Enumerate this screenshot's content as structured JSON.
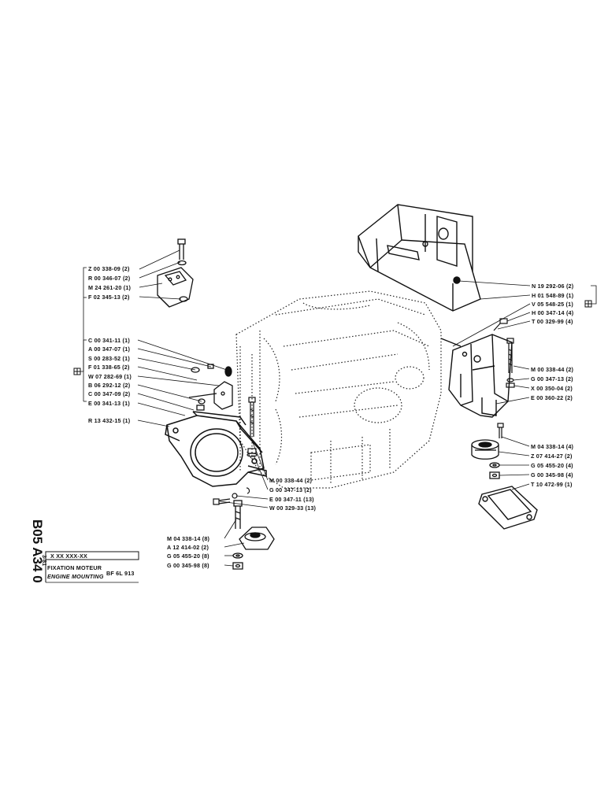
{
  "document": {
    "code": "B05 A34 0",
    "date": "3-81",
    "part_pattern": "X XX XXX-XX",
    "title_fr": "FIXATION MOTEUR",
    "title_en": "ENGINE MOUNTING",
    "model": "BF 6L 913"
  },
  "callouts": {
    "top_left": [
      "Z 00 338-09 (2)",
      "R 00 346-07 (2)",
      "M 24 261-20 (1)",
      "F 02 345-13 (2)"
    ],
    "left_middle": [
      "C 00 341-11 (1)",
      "A 00 347-07 (1)",
      "S 00 283-52 (1)",
      "F 01 338-65 (2)",
      "W 07 282-69 (1)",
      "B 06 292-12 (2)",
      "C 00 347-09 (2)",
      "E 00 341-13 (1)"
    ],
    "bracket_left": "R 13 432-15 (1)",
    "center_bolts": [
      "M 00 338-44 (2)",
      "G 00 347-13 (2)",
      "E 00 347-11 (13)",
      "W 00 329-33 (13)"
    ],
    "bottom_left": [
      "M 04 338-14 (8)",
      "A 12 414-02 (2)",
      "G 05 455-20 (8)",
      "G 00 345-98 (8)"
    ],
    "top_right": [
      "N 19 292-06 (2)",
      "H 01 548-89 (1)",
      "V 05 548-25 (1)",
      "H 00 347-14 (4)",
      "T 00 329-99 (4)"
    ],
    "right_middle": [
      "M 00 338-44 (2)",
      "G 00 347-13 (2)",
      "X 00 350-04 (2)",
      "E 00 360-22 (2)"
    ],
    "right_bottom": [
      "M 04 338-14 (4)",
      "Z 07 414-27 (2)",
      "G 05 455-20 (4)",
      "G 00 345-98 (4)",
      "T 10 472-99 (1)"
    ]
  }
}
